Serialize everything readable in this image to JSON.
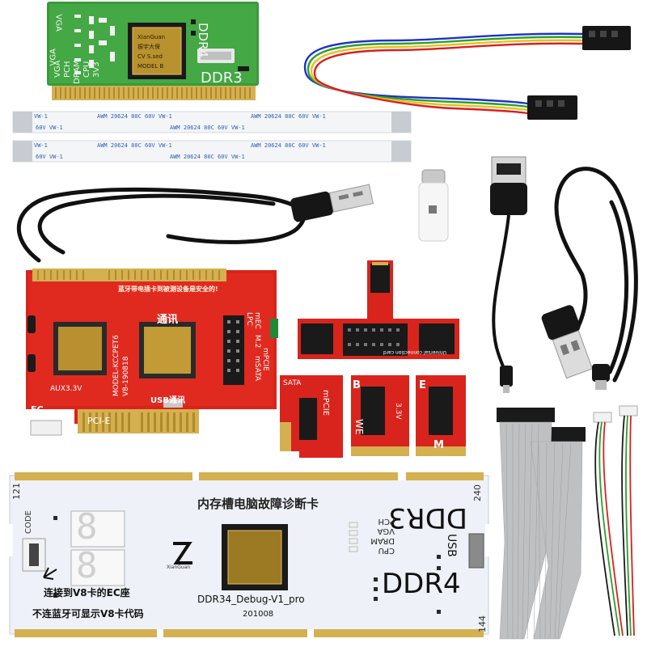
{
  "top_card": {
    "side_labels": [
      "VGA",
      "PCH",
      "DRAM",
      "CPU",
      "3V3"
    ],
    "chip_lines": [
      "XianGuan",
      "振宇大保",
      "CV S.sed",
      "MODEL B"
    ],
    "ddr4": "DDR4",
    "ddr3": "DDR3"
  },
  "ribbon_cables": {
    "text_row_a": "AWM  20624  80C  60V  VW-1",
    "text_row_b": "60V  VW-1",
    "text_prefix": "VW-1"
  },
  "pci_card": {
    "notice": "蓝牙带电插卡到被测设备是安全的!",
    "comm": "通讯",
    "model": "MODEL-KCCPET6",
    "version": "V8-190818",
    "aux": "AUX3.3V",
    "ec": "EC",
    "bus": "PCI-E",
    "usb_comm": "USB通讯",
    "mec": "mEC",
    "lpc": "LPC",
    "m2": "M.2",
    "mpcie": "mPCIE",
    "msata": "mSATA"
  },
  "adapters": {
    "t_adapter_label": "Universal connection card",
    "sata": "SATA",
    "mpcie": "mPCIE",
    "b": "B",
    "we": "WE",
    "e": "E",
    "m": "M",
    "v33": "3.3V"
  },
  "bottom_card": {
    "pin_121": "121",
    "pin_240": "240",
    "pin_144": "144",
    "code": "CODE",
    "title_cn": "内存槽电脑故障诊断卡",
    "ddr3": "DDR3",
    "ddr4": "DDR4",
    "signals": [
      "PCH",
      "VGA",
      "DRAM",
      "CPU"
    ],
    "usb": "USB",
    "debug": "DDR34_Debug-V1_pro",
    "date": "201008",
    "note1": "连接到V8卡的EC座",
    "note2": "不连蓝牙可显示V8卡代码",
    "brand": "XianGuan",
    "digits": [
      "8",
      "8"
    ]
  },
  "colors": {
    "green_pcb": "#3a9a3a",
    "red_pcb": "#d8241c",
    "white_pcb": "#eef1f7",
    "gold": "#c9a43a",
    "cable_black": "#111111"
  }
}
